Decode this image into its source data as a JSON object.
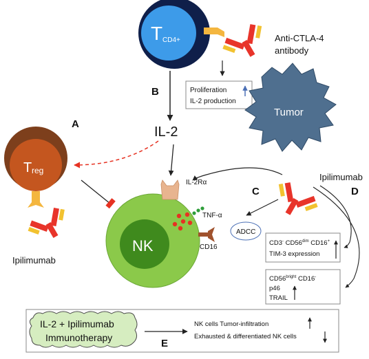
{
  "labels": {
    "t_cell_main": "T",
    "t_cell_sub": "CD4+",
    "antibody_line1": "Anti-CTLA-4",
    "antibody_line2": "antibody",
    "letter_a": "A",
    "letter_b": "B",
    "letter_c": "C",
    "letter_d": "D",
    "letter_e": "E",
    "prolif_line1": "Proliferation",
    "prolif_line2": "IL-2 production",
    "tumor": "Tumor",
    "il2": "IL-2",
    "treg_main": "T",
    "treg_sub": "reg",
    "ipilimumab_left": "Ipilimumab",
    "ipilimumab_right": "Ipilimumab",
    "il2ra": "IL-2Rα",
    "tnfa": "TNF-α",
    "adcc": "ADCC",
    "nk": "NK",
    "cd16": "CD16",
    "box1_cd3": "CD3",
    "box1_cd3_sup": "-",
    "box1_cd56": " CD56",
    "box1_cd56_sup": "dim",
    "box1_cd16": " CD16",
    "box1_cd16_sup": "+",
    "box1_line2": "TIM-3 expression",
    "box2_cd56": "CD56",
    "box2_cd56_sup": "bright",
    "box2_cd16": " CD16",
    "box2_cd16_sup": "-",
    "box2_line2": "p46",
    "box2_line3": "TRAIL",
    "therapy_line1": "IL-2 + Ipilimumab",
    "therapy_line2": "Immunotherapy",
    "result_line1": "NK cells Tumor-infiltration",
    "result_line2": "Exhausted & differentiated NK cells"
  },
  "colors": {
    "tcell_outer": "#0f1f4a",
    "tcell_inner": "#3d9be9",
    "treg_outer": "#7d3f1c",
    "treg_inner": "#c4561f",
    "nk_outer": "#8bc94a",
    "nk_inner": "#3f8a1d",
    "tumor": "#4f6f8f",
    "receptor_yellow": "#f4b63f",
    "antibody_red": "#e8342a",
    "antibody_yellow": "#f2c230",
    "dashed_arrow": "#e63222",
    "inhibit_bar": "#e63222",
    "il2ra_receptor": "#e8b48f",
    "cd16_receptor": "#a0522d",
    "therapy_blob": "#d6edc0",
    "up_arrow_blue": "#4a6fb5"
  }
}
